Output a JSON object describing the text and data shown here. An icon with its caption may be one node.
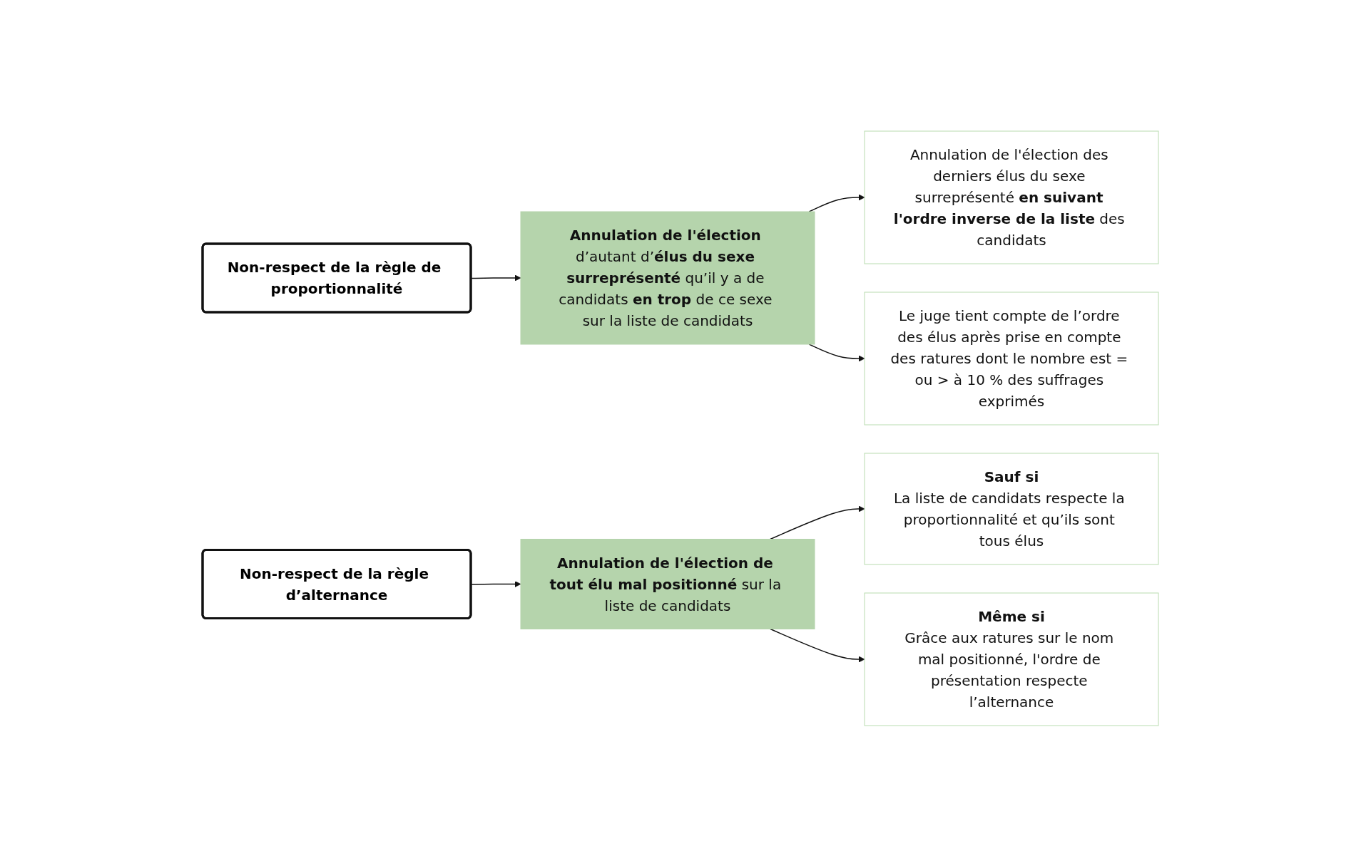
{
  "diagram": {
    "nodes": [
      {
        "text": [
          "Non-respect de la règle de proportionnalité"
        ]
      },
      {
        "text": [
          "**Annulation de l'élection** d’autant d’**élus du sexe surreprésenté** qu’il y a de candidats **en trop** de ce sexe sur la liste de candidats"
        ]
      },
      {
        "text": [
          "Annulation de l'élection des derniers élus du sexe surreprésenté **en suivant l'ordre inverse de la liste** des candidats"
        ]
      },
      {
        "text": [
          "Le juge tient compte de l’ordre des élus après prise en compte des ratures dont le nombre est = ou > à 10 % des suffrages exprimés"
        ]
      },
      {
        "text": [
          "Non-respect de la règle d’alternance"
        ]
      },
      {
        "text": [
          "**Annulation de l'élection de tout élu mal positionné** sur la liste de candidats"
        ]
      },
      {
        "text": [
          "Sauf si",
          "La liste de candidats respecte la proportionnalité et qu’ils sont tous élus"
        ]
      },
      {
        "text": [
          "Même si",
          "Grâce aux ratures sur le nom mal positionné, l'ordre de présentation respecte l’alternance"
        ]
      }
    ],
    "edges": [
      {
        "from": 0,
        "to": 1,
        "arrow": "to"
      },
      {
        "from": 1,
        "to": 2,
        "arrow": "to"
      },
      {
        "from": 1,
        "to": 3,
        "arrow": "to"
      },
      {
        "from": 4,
        "to": 5,
        "arrow": "to"
      },
      {
        "from": 5,
        "to": 6,
        "arrow": "to"
      },
      {
        "from": 5,
        "to": 7,
        "arrow": "to"
      }
    ]
  }
}
